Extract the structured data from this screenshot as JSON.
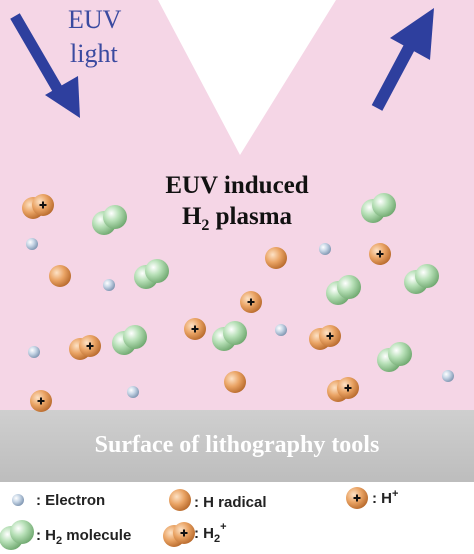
{
  "figure": {
    "euv_label_line1": "EUV",
    "euv_label_line2": "light",
    "plasma_title_line1": "EUV induced",
    "plasma_title_line2_base": "H",
    "plasma_title_line2_sub": "2",
    "plasma_title_line2_rest": " plasma",
    "surface_label": "Surface of lithography tools"
  },
  "legend": {
    "electron": ": Electron",
    "h_radical": ": H radical",
    "h_plus_base": ": H",
    "h_plus_sup": "+",
    "h2_molecule_base": ": H",
    "h2_molecule_sub": "2",
    "h2_molecule_rest": " molecule",
    "h2_plus_base": ": H",
    "h2_plus_sub": "2",
    "h2_plus_sup": "+"
  },
  "colors": {
    "plasma_background": "#f5d6e6",
    "surface_band": "#c8c8c8",
    "arrow": "#2e3f9e",
    "euv_text": "#3a4aa0",
    "electron": "#a9bfd6",
    "h_radical": "#e8a56a",
    "h2_molecule": "#a9d9a9"
  },
  "icons": {
    "arrow_in": "down-right-arrow-icon",
    "arrow_out": "up-right-arrow-icon",
    "plus_sign": "plus-icon"
  }
}
